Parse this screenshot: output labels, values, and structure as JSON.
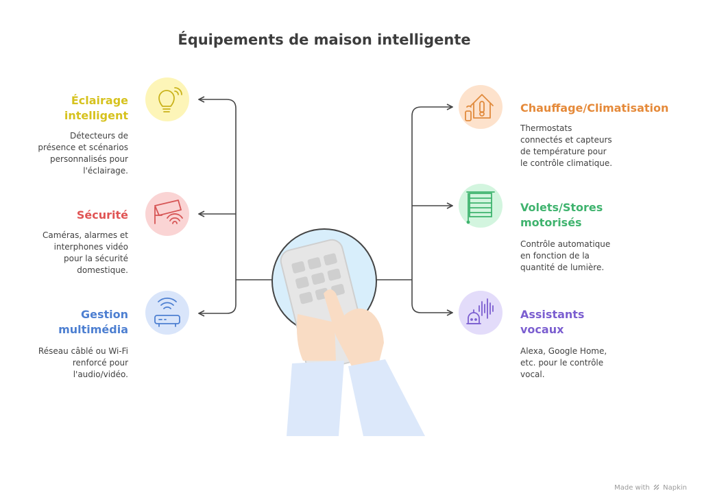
{
  "title": "Équipements de maison intelligente",
  "colors": {
    "lighting": "#d6c21e",
    "security": "#e05454",
    "media": "#4d7fd1",
    "heating": "#e58a3a",
    "shutters": "#3fb36e",
    "voice": "#7b5ed0"
  },
  "items": {
    "lighting": {
      "title": "Éclairage\nintelligent",
      "desc": "Détecteurs de\nprésence et scénarios\npersonnalisés pour\nl'éclairage.",
      "icon": "lightbulb-icon"
    },
    "security": {
      "title": "Sécurité",
      "desc": "Caméras, alarmes et\ninterphones vidéo\npour la sécurité\ndomestique.",
      "icon": "security-camera-icon"
    },
    "media": {
      "title": "Gestion\nmultimédia",
      "desc": "Réseau câblé ou Wi-Fi\nrenforcé pour\nl'audio/vidéo.",
      "icon": "router-icon"
    },
    "heating": {
      "title": "Chauffage/Climatisation",
      "desc": "Thermostats\nconnectés et capteurs\nde température pour\nle contrôle climatique.",
      "icon": "thermostat-house-icon"
    },
    "shutters": {
      "title": "Volets/Stores\nmotorisés",
      "desc": "Contrôle automatique\nen fonction de la\nquantité de lumière.",
      "icon": "window-blinds-icon"
    },
    "voice": {
      "title": "Assistants\nvocaux",
      "desc": "Alexa, Google Home,\netc. pour le contrôle\nvocal.",
      "icon": "voice-assistant-icon"
    }
  },
  "center_icon": "smartphone-hands-icon",
  "footer": {
    "made_with": "Made with",
    "brand": "Napkin"
  }
}
